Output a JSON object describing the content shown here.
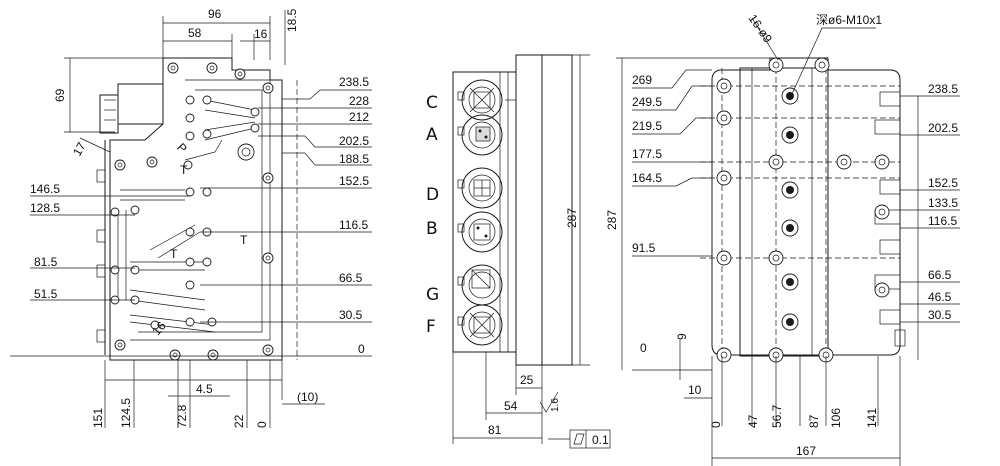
{
  "front_view": {
    "top_dims": [
      "96",
      "58",
      "16",
      "18.5"
    ],
    "left_dims": [
      "69",
      "17",
      "146.5",
      "128.5",
      "81.5",
      "51.5"
    ],
    "right_dims": [
      "238.5",
      "228",
      "212",
      "202.5",
      "188.5",
      "152.5",
      "116.5",
      "66.5",
      "30.5",
      "0"
    ],
    "bottom_dims": [
      "151",
      "124.5",
      "72.8",
      "4.5",
      "22",
      "0",
      "(10)"
    ],
    "port_labels": [
      "P",
      "T",
      "T",
      "T"
    ],
    "angle_label": "16"
  },
  "side_view": {
    "port_letters": [
      "C",
      "A",
      "D",
      "B",
      "G",
      "F"
    ],
    "height_dim": "287",
    "bottom_dims": [
      "25",
      "54",
      "81"
    ],
    "roughness": "1.6",
    "flatness": "0.1"
  },
  "rear_view": {
    "top_note": "16-ø9",
    "thread_note": "深ø6-M10x1",
    "left_dims": [
      "269",
      "249.5",
      "219.5",
      "177.5",
      "164.5",
      "91.5",
      "0",
      "9"
    ],
    "height_dim": "287",
    "right_dims": [
      "238.5",
      "202.5",
      "152.5",
      "133.5",
      "116.5",
      "66.5",
      "46.5",
      "30.5"
    ],
    "bottom_dims": [
      "10",
      "0",
      "47",
      "56.7",
      "87",
      "106",
      "141"
    ],
    "width_dim": "167"
  }
}
